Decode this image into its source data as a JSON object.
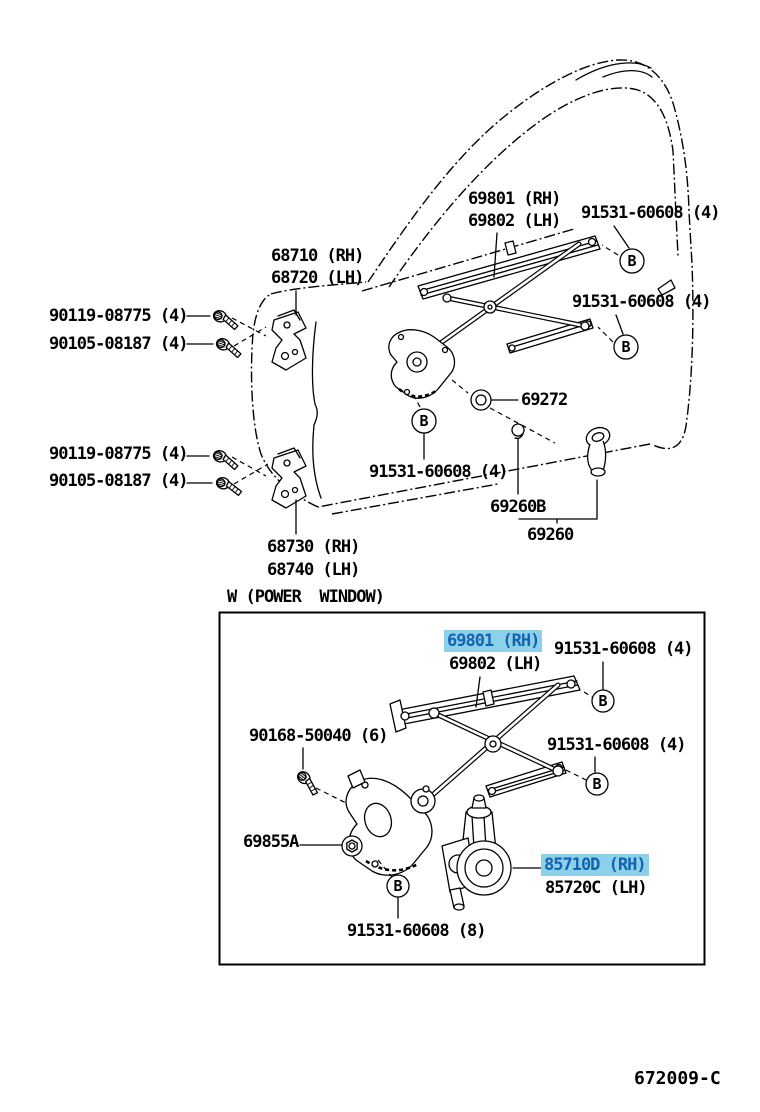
{
  "colors": {
    "highlight_bg": "#8CD0EA",
    "highlight_text": "#1563B0",
    "ink": "#000000"
  },
  "marker": {
    "label": "B"
  },
  "upper": {
    "regulator_rh": "69801 (RH)",
    "regulator_lh": "69802 (LH)",
    "screw_top": "91531-60608 (4)",
    "hinge_upper_rh": "68710 (RH)",
    "hinge_upper_lh": "68720 (LH)",
    "bolt_a1": "90119-08775 (4)",
    "bolt_b1": "90105-08187 (4)",
    "screw_right": "91531-60608 (4)",
    "grommet": "69272",
    "bolt_a2": "90119-08775 (4)",
    "bolt_b2": "90105-08187 (4)",
    "screw_mid": "91531-60608 (4)",
    "handle_snap": "69260B",
    "handle": "69260",
    "hinge_lower_rh": "68730 (RH)",
    "hinge_lower_lh": "68740 (LH)"
  },
  "power_window": {
    "title": "W (POWER  WINDOW)",
    "regulator_rh": "69801 (RH)",
    "regulator_lh": "69802 (LH)",
    "screw_top": "91531-60608 (4)",
    "bolt": "90168-50040 (6)",
    "screw_mid": "91531-60608 (4)",
    "nut": "69855A",
    "motor_rh": "85710D (RH)",
    "motor_lh": "85720C (LH)",
    "screw_bottom": "91531-60608 (8)"
  },
  "footer": {
    "code": "672009-C"
  }
}
